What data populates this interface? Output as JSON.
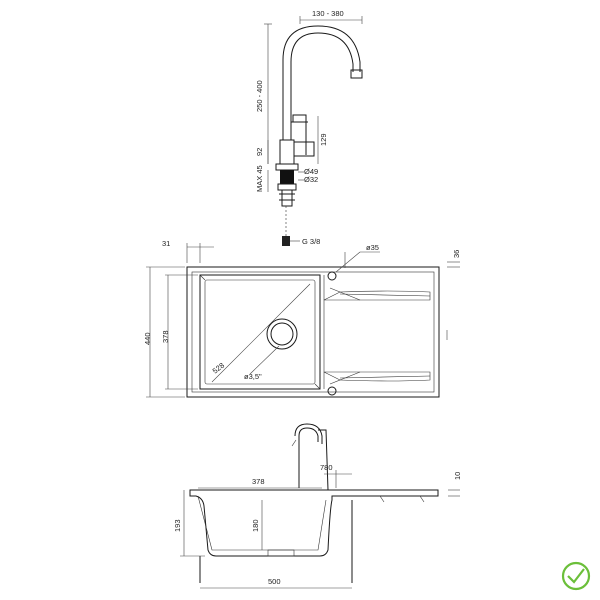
{
  "labels": {
    "faucet_width": "130 - 380",
    "faucet_height": "250 - 400",
    "faucet_129": "129",
    "faucet_92": "92",
    "max45": "MAX 45",
    "d49": "Ø49",
    "d32": "Ø32",
    "g38": "G 3/8",
    "top_31": "31",
    "top_d35": "ø35",
    "top_36": "36",
    "top_440": "440",
    "top_378": "378",
    "top_528": "528",
    "top_d35in": "ø3,5\"",
    "side_780": "780",
    "side_10": "10",
    "side_378": "378",
    "side_193": "193",
    "side_180": "180",
    "side_500": "500"
  },
  "colors": {
    "line": "#1a1a1a",
    "check": "#6bbf3a"
  },
  "icons": {
    "badge": "checkmark-circle-icon"
  }
}
